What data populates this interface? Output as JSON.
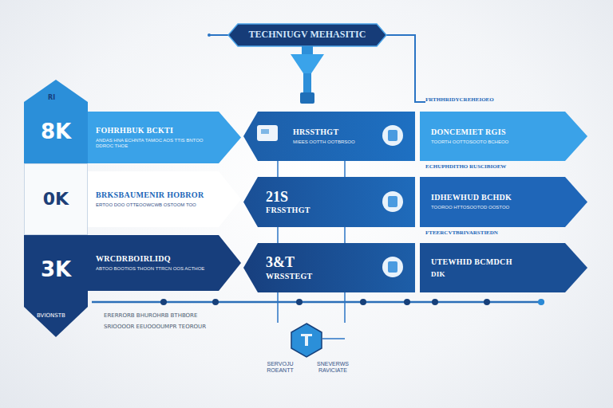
{
  "diagram": {
    "title": "TECHNIUGV MEHASITIC",
    "nodes": [
      {
        "text": [
          "8K"
        ]
      },
      {
        "text": [
          "0K"
        ]
      },
      {
        "text": [
          "3K"
        ]
      },
      {
        "text": [
          "FOHRHBUK BCKTI",
          "ANDAS HNA ECHNTA TAMOC AOS TTIS BNTOO DDROC THOE"
        ]
      },
      {
        "text": [
          "BRKSBAUMENIR HOBROR",
          "ERTOO DOO OTTEOOWCWB OSTOOM TOO"
        ]
      },
      {
        "text": [
          "WRCDRBOIRLIDQ",
          "ABTOO BOOTIOS THOON TTRCN OOS ACTHOE"
        ]
      },
      {
        "text": [
          "HRSSTHGT",
          "MIEES OOTTH OOTBRSOO"
        ]
      },
      {
        "text": [
          "21S",
          "FRSSTHGT"
        ]
      },
      {
        "text": [
          "3&T",
          "WRSSTEGT"
        ]
      },
      {
        "text": [
          "DONCEMIET RGIS",
          "TOORTH OOTTOSOOTO BCHEOO"
        ]
      },
      {
        "text": [
          "IDHEWHUD BCHDK",
          "TOOROO HTTOSOOTOD OOSTOO"
        ]
      },
      {
        "text": [
          "UTEWHID BCMDCH",
          "DIK"
        ]
      },
      {
        "text": [
          "SERVOJU ROEANTT",
          "SNEVERWS RAVICIATE"
        ]
      }
    ],
    "edges": [
      {
        "from": 6,
        "to": 7,
        "arrow": "none"
      },
      {
        "from": 7,
        "to": 8,
        "arrow": "none"
      },
      {
        "from": 8,
        "to": 12,
        "arrow": "none"
      },
      {
        "from": 6,
        "to": 7,
        "arrow": "none"
      },
      {
        "from": 7,
        "to": 8,
        "arrow": "none"
      },
      {
        "from": 8,
        "to": 12,
        "arrow": "none"
      }
    ],
    "labels": [
      "RI",
      "BVIONSTB",
      "FRTHHRIDYCREHEIOEO",
      "ECHUPHDITHO RUSCIBIOEW",
      "FTEERCVTBRIVARSTIEDN",
      "ERERRORB BHUROHRB BTHBORE",
      "SRIOOOOR EEUOOOUMPR TEOROUR"
    ]
  }
}
